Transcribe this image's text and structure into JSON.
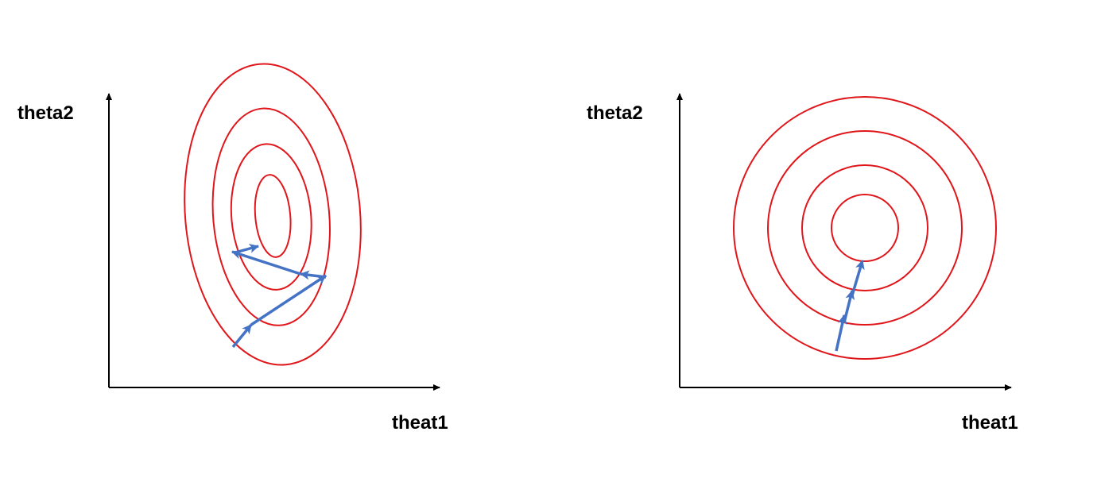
{
  "colors": {
    "background": "#ffffff",
    "axis": "#000000",
    "contour": "#e0161b",
    "arrow": "#4472c4"
  },
  "left_panel": {
    "y_label": "theta2",
    "x_label": "theat1"
  },
  "right_panel": {
    "y_label": "theta2",
    "x_label": "theat1"
  }
}
